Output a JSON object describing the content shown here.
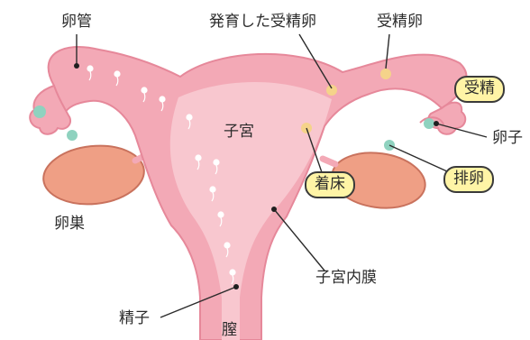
{
  "labels": {
    "fallopian_tube": "卵管",
    "developing_egg": "発育した受精卵",
    "fertilized_egg": "受精卵",
    "uterus": "子宮",
    "ovary": "卵巣",
    "egg": "卵子",
    "endometrium": "子宮内膜",
    "sperm": "精子",
    "vagina": "膣"
  },
  "badges": {
    "fertilization": "受精",
    "ovulation": "排卵",
    "implantation": "着床"
  },
  "colors": {
    "uterus_outer": "#f3a9b6",
    "uterus_inner": "#f8c7cf",
    "outline": "#e6889a",
    "ovary": "#ef9f85",
    "egg": "#8fd2bf",
    "embryo": "#f5d38a",
    "pill_bg": "#fff4a6"
  }
}
